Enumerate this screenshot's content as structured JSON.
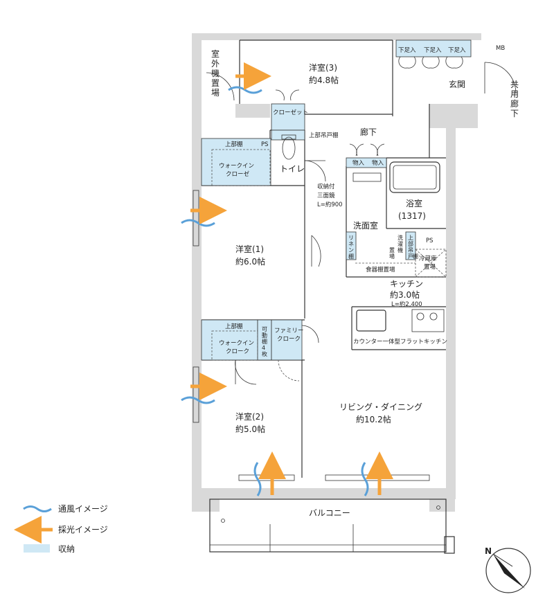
{
  "rooms": {
    "western3_name": "洋室(3)",
    "western3_size": "約4.8帖",
    "western1_name": "洋室(1)",
    "western1_size": "約6.0帖",
    "western2_name": "洋室(2)",
    "western2_size": "約5.0帖",
    "living_name": "リビング・ダイニング",
    "living_size": "約10.2帖",
    "kitchen_name": "キッチン",
    "kitchen_size": "約3.0帖",
    "kitchen_length": "L=約2,400",
    "bath_name": "浴室",
    "bath_size": "(1317)",
    "washroom": "洗面室",
    "toilet": "トイレ",
    "corridor": "廊下",
    "entrance": "玄関",
    "balcony": "バルコニー",
    "outdoor_unit_lines": [
      "室",
      "外",
      "機",
      "置",
      "場"
    ],
    "common_corridor_lines": [
      "共",
      "用",
      "廊",
      "下"
    ]
  },
  "fixtures": {
    "shoe1": "下足入",
    "shoe2": "下足入",
    "shoe3": "下足入",
    "mb": "MB",
    "closet": "クローゼット",
    "upper_hanging": "上部吊戸棚",
    "ps_top": "PS",
    "ps_kitchen": "PS",
    "upper_shelf_1": "上部棚",
    "upper_shelf_2": "上部棚",
    "walkin_1": [
      "ウォークイン",
      "クローゼ"
    ],
    "walkin_2": [
      "ウォークイン",
      "クローク"
    ],
    "storage1": "物入",
    "storage2": "物入",
    "mirror_lines": [
      "収納付",
      "三面鏡",
      "L=約900"
    ],
    "linen_lines": [
      "リ",
      "ネ",
      "ン",
      "棚"
    ],
    "washer_lines": [
      "洗",
      "濯",
      "機",
      "置",
      "場"
    ],
    "upper_shelf_v_lines": [
      "上",
      "部",
      "吊",
      "戸",
      "棚"
    ],
    "fridge_lines": [
      "冷蔵庫",
      "置場"
    ],
    "dish_shelf": "食器棚置場",
    "counter": "カウンター一体型フラットキッチン",
    "movable_shelf_lines": [
      "可",
      "動",
      "棚",
      "4",
      "枚"
    ],
    "family_closet_lines": [
      "ファミリー",
      "クローク"
    ]
  },
  "legend": {
    "ventilation": "通風イメージ",
    "lighting": "採光イメージ",
    "storage": "収納"
  },
  "compass": {
    "label": "N"
  },
  "colors": {
    "storage": "#cfe8f5",
    "wall": "#d9d9d9",
    "arrow": "#f5a33a",
    "wind": "#5aa0d8"
  }
}
